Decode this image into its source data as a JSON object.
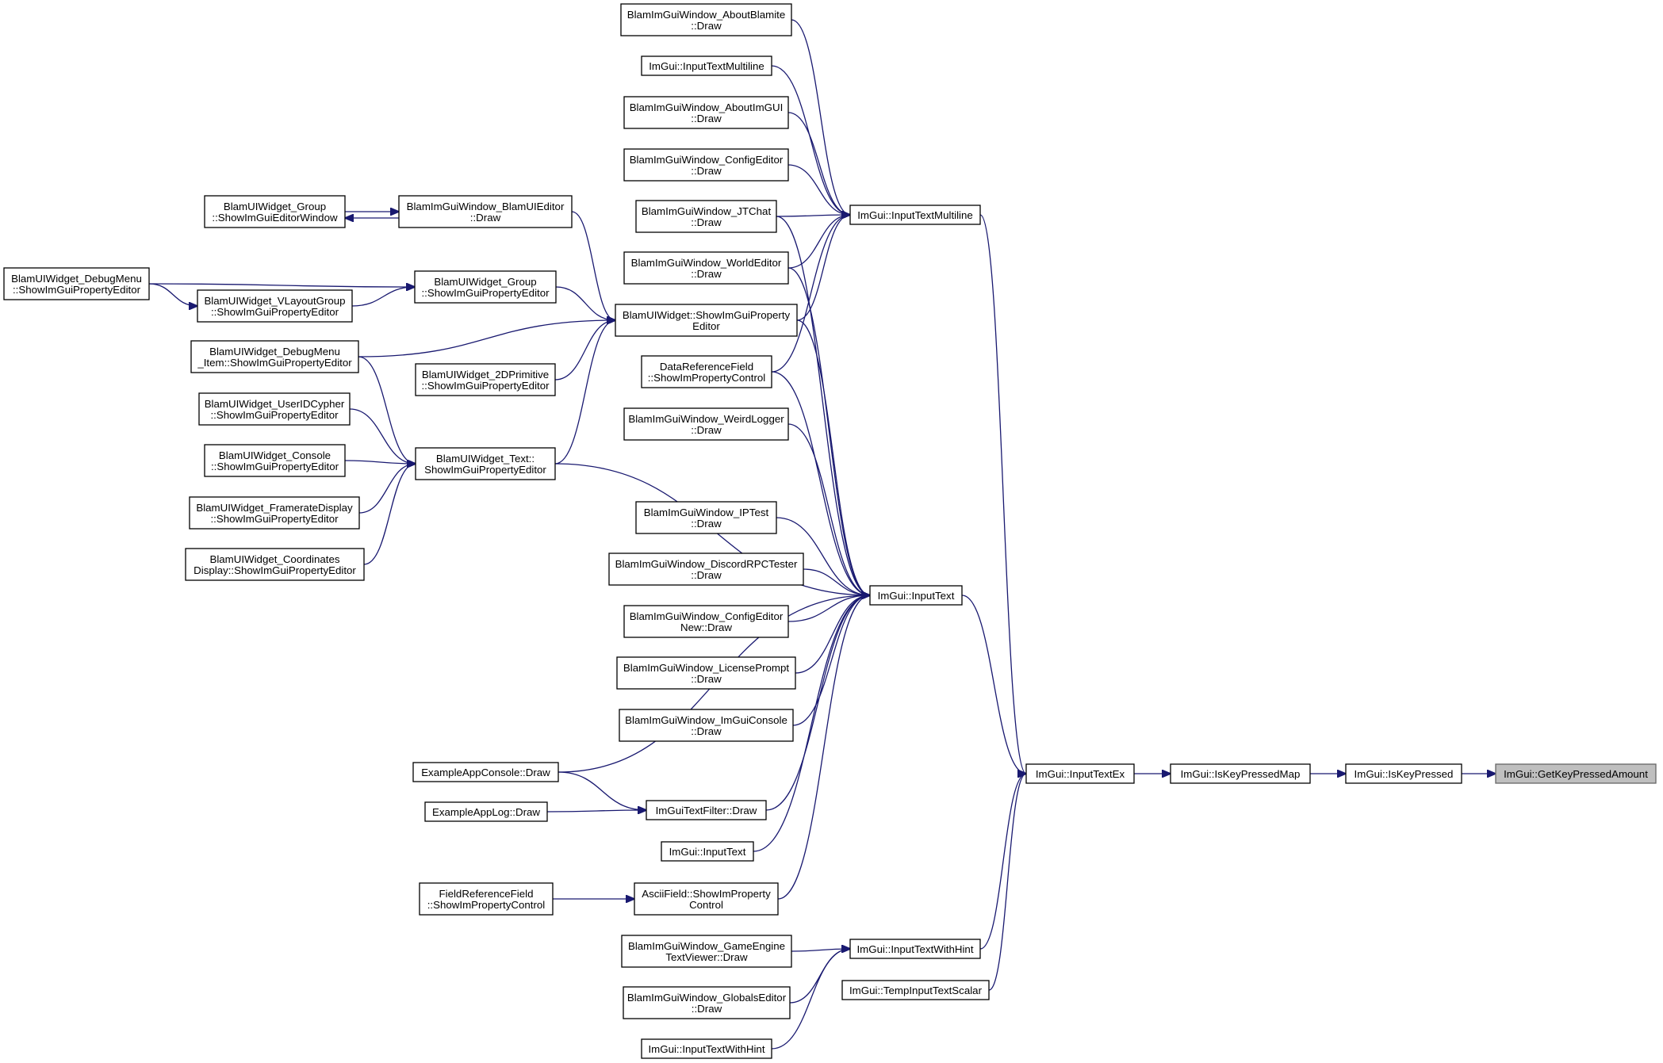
{
  "colors": {
    "edge": "#191970",
    "node_border": "#000000",
    "focus_fill": "#bfbfbf",
    "focus_border": "#666666",
    "background": "#ffffff"
  },
  "nodes": [
    {
      "id": "getkeypressedamount",
      "lines": [
        "ImGui::GetKeyPressedAmount"
      ],
      "focus": true
    },
    {
      "id": "iskeypressed",
      "lines": [
        "ImGui::IsKeyPressed"
      ]
    },
    {
      "id": "iskeypressedmap",
      "lines": [
        "ImGui::IsKeyPressedMap"
      ]
    },
    {
      "id": "inputtextex",
      "lines": [
        "ImGui::InputTextEx"
      ]
    },
    {
      "id": "inputtextmultiline",
      "lines": [
        "ImGui::InputTextMultiline"
      ]
    },
    {
      "id": "inputtext",
      "lines": [
        "ImGui::InputText"
      ]
    },
    {
      "id": "inputtextwithhint",
      "lines": [
        "ImGui::InputTextWithHint"
      ]
    },
    {
      "id": "tempinputtextscalar",
      "lines": [
        "ImGui::TempInputTextScalar"
      ]
    },
    {
      "id": "aboutblamite",
      "lines": [
        "BlamImGuiWindow_AboutBlamite",
        "::Draw"
      ]
    },
    {
      "id": "itm_dup",
      "lines": [
        "ImGui::InputTextMultiline"
      ]
    },
    {
      "id": "aboutimgui",
      "lines": [
        "BlamImGuiWindow_AboutImGUI",
        "::Draw"
      ]
    },
    {
      "id": "configeditor",
      "lines": [
        "BlamImGuiWindow_ConfigEditor",
        "::Draw"
      ]
    },
    {
      "id": "jtchat",
      "lines": [
        "BlamImGuiWindow_JTChat",
        "::Draw"
      ]
    },
    {
      "id": "worldeditor",
      "lines": [
        "BlamImGuiWindow_WorldEditor",
        "::Draw"
      ]
    },
    {
      "id": "showimguipropertyeditor",
      "lines": [
        "BlamUIWidget::ShowImGuiProperty",
        "Editor"
      ]
    },
    {
      "id": "datareferencefield",
      "lines": [
        "DataReferenceField",
        "::ShowImPropertyControl"
      ]
    },
    {
      "id": "weirdlogger",
      "lines": [
        "BlamImGuiWindow_WeirdLogger",
        "::Draw"
      ]
    },
    {
      "id": "iptest",
      "lines": [
        "BlamImGuiWindow_IPTest",
        "::Draw"
      ]
    },
    {
      "id": "discordrpc",
      "lines": [
        "BlamImGuiWindow_DiscordRPCTester",
        "::Draw"
      ]
    },
    {
      "id": "configeditornew",
      "lines": [
        "BlamImGuiWindow_ConfigEditor",
        "New::Draw"
      ]
    },
    {
      "id": "licenseprompt",
      "lines": [
        "BlamImGuiWindow_LicensePrompt",
        "::Draw"
      ]
    },
    {
      "id": "imguiconsole",
      "lines": [
        "BlamImGuiWindow_ImGuiConsole",
        "::Draw"
      ]
    },
    {
      "id": "imguitextfilter",
      "lines": [
        "ImGuiTextFilter::Draw"
      ]
    },
    {
      "id": "it_dup",
      "lines": [
        "ImGui::InputText"
      ]
    },
    {
      "id": "asciifield",
      "lines": [
        "AsciiField::ShowImProperty",
        "Control"
      ]
    },
    {
      "id": "gameenginetextviewer",
      "lines": [
        "BlamImGuiWindow_GameEngine",
        "TextViewer::Draw"
      ]
    },
    {
      "id": "globalseditor",
      "lines": [
        "BlamImGuiWindow_GlobalsEditor",
        "::Draw"
      ]
    },
    {
      "id": "itwh_dup",
      "lines": [
        "ImGui::InputTextWithHint"
      ]
    },
    {
      "id": "blamuieditor",
      "lines": [
        "BlamImGuiWindow_BlamUIEditor",
        "::Draw"
      ]
    },
    {
      "id": "group_prop",
      "lines": [
        "BlamUIWidget_Group",
        "::ShowImGuiPropertyEditor"
      ]
    },
    {
      "id": "debugmenu_item",
      "lines": [
        "BlamUIWidget_DebugMenu",
        "_Item::ShowImGuiPropertyEditor"
      ]
    },
    {
      "id": "primitive2d",
      "lines": [
        "BlamUIWidget_2DPrimitive",
        "::ShowImGuiPropertyEditor"
      ]
    },
    {
      "id": "text_prop",
      "lines": [
        "BlamUIWidget_Text::",
        "ShowImGuiPropertyEditor"
      ]
    },
    {
      "id": "exampleappconsole",
      "lines": [
        "ExampleAppConsole::Draw"
      ]
    },
    {
      "id": "exampleapplog",
      "lines": [
        "ExampleAppLog::Draw"
      ]
    },
    {
      "id": "fieldreferencefield",
      "lines": [
        "FieldReferenceField",
        "::ShowImPropertyControl"
      ]
    },
    {
      "id": "group_editorwindow",
      "lines": [
        "BlamUIWidget_Group",
        "::ShowImGuiEditorWindow"
      ]
    },
    {
      "id": "debugmenu",
      "lines": [
        "BlamUIWidget_DebugMenu",
        "::ShowImGuiPropertyEditor"
      ]
    },
    {
      "id": "vlayoutgroup",
      "lines": [
        "BlamUIWidget_VLayoutGroup",
        "::ShowImGuiPropertyEditor"
      ]
    },
    {
      "id": "useridcypher",
      "lines": [
        "BlamUIWidget_UserIDCypher",
        "::ShowImGuiPropertyEditor"
      ]
    },
    {
      "id": "console_prop",
      "lines": [
        "BlamUIWidget_Console",
        "::ShowImGuiPropertyEditor"
      ]
    },
    {
      "id": "frameratedisplay",
      "lines": [
        "BlamUIWidget_FramerateDisplay",
        "::ShowImGuiPropertyEditor"
      ]
    },
    {
      "id": "coordinatesdisplay",
      "lines": [
        "BlamUIWidget_Coordinates",
        "Display::ShowImGuiPropertyEditor"
      ]
    }
  ],
  "edges": [
    [
      "iskeypressed",
      "getkeypressedamount"
    ],
    [
      "iskeypressedmap",
      "iskeypressed"
    ],
    [
      "inputtextex",
      "iskeypressedmap"
    ],
    [
      "inputtextmultiline",
      "inputtextex"
    ],
    [
      "inputtext",
      "inputtextex"
    ],
    [
      "inputtextwithhint",
      "inputtextex"
    ],
    [
      "tempinputtextscalar",
      "inputtextex"
    ],
    [
      "aboutblamite",
      "inputtextmultiline"
    ],
    [
      "itm_dup",
      "inputtextmultiline"
    ],
    [
      "aboutimgui",
      "inputtextmultiline"
    ],
    [
      "configeditor",
      "inputtextmultiline"
    ],
    [
      "jtchat",
      "inputtextmultiline"
    ],
    [
      "worldeditor",
      "inputtextmultiline"
    ],
    [
      "showimguipropertyeditor",
      "inputtextmultiline"
    ],
    [
      "datareferencefield",
      "inputtextmultiline"
    ],
    [
      "jtchat",
      "inputtext"
    ],
    [
      "worldeditor",
      "inputtext"
    ],
    [
      "showimguipropertyeditor",
      "inputtext"
    ],
    [
      "datareferencefield",
      "inputtext"
    ],
    [
      "weirdlogger",
      "inputtext"
    ],
    [
      "text_prop",
      "inputtext"
    ],
    [
      "iptest",
      "inputtext"
    ],
    [
      "discordrpc",
      "inputtext"
    ],
    [
      "configeditornew",
      "inputtext"
    ],
    [
      "licenseprompt",
      "inputtext"
    ],
    [
      "imguiconsole",
      "inputtext"
    ],
    [
      "exampleappconsole",
      "inputtext"
    ],
    [
      "imguitextfilter",
      "inputtext"
    ],
    [
      "it_dup",
      "inputtext"
    ],
    [
      "asciifield",
      "inputtext"
    ],
    [
      "gameenginetextviewer",
      "inputtextwithhint"
    ],
    [
      "globalseditor",
      "inputtextwithhint"
    ],
    [
      "itwh_dup",
      "inputtextwithhint"
    ],
    [
      "blamuieditor",
      "showimguipropertyeditor"
    ],
    [
      "group_prop",
      "showimguipropertyeditor"
    ],
    [
      "debugmenu_item",
      "showimguipropertyeditor"
    ],
    [
      "primitive2d",
      "showimguipropertyeditor"
    ],
    [
      "text_prop",
      "showimguipropertyeditor"
    ],
    [
      "group_editorwindow",
      "blamuieditor"
    ],
    [
      "blamuieditor",
      "group_editorwindow"
    ],
    [
      "debugmenu",
      "group_prop"
    ],
    [
      "vlayoutgroup",
      "group_prop"
    ],
    [
      "debugmenu",
      "vlayoutgroup"
    ],
    [
      "debugmenu_item",
      "text_prop"
    ],
    [
      "useridcypher",
      "text_prop"
    ],
    [
      "console_prop",
      "text_prop"
    ],
    [
      "frameratedisplay",
      "text_prop"
    ],
    [
      "coordinatesdisplay",
      "text_prop"
    ],
    [
      "exampleappconsole",
      "imguitextfilter"
    ],
    [
      "exampleapplog",
      "imguitextfilter"
    ],
    [
      "fieldreferencefield",
      "asciifield"
    ]
  ]
}
